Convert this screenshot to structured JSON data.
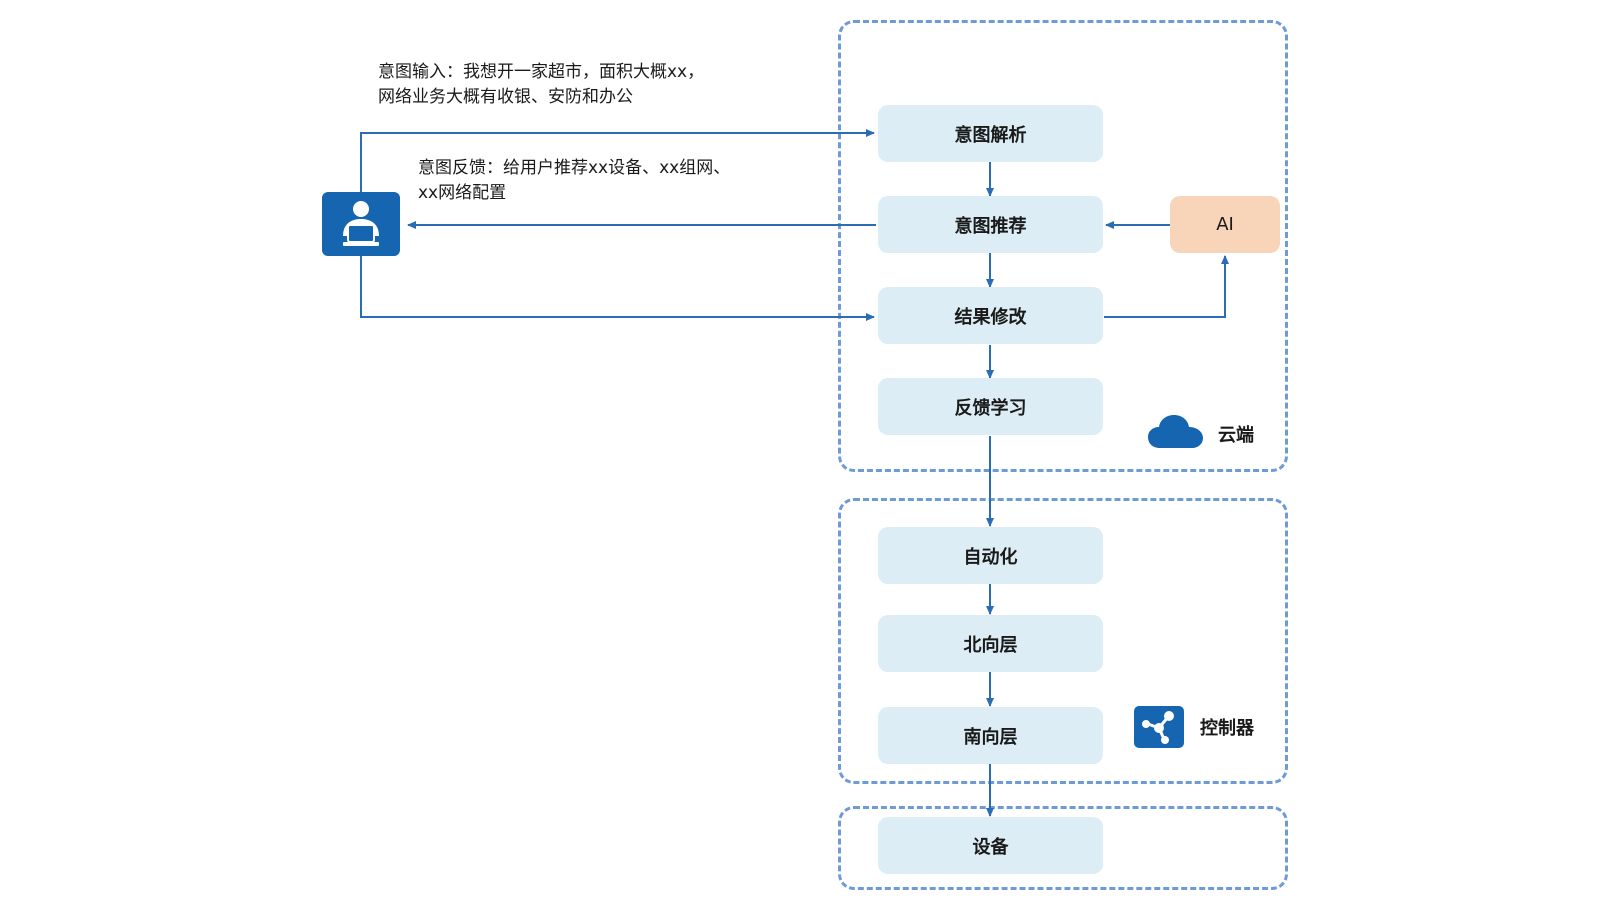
{
  "notes": {
    "intent_input_line1": "意图输入：我想开一家超市，面积大概xx，",
    "intent_input_line2": "网络业务大概有收银、安防和办公",
    "intent_feedback_line1": "意图反馈：给用户推荐xx设备、xx组网、",
    "intent_feedback_line2": "xx网络配置"
  },
  "nodes": {
    "intent_parse": "意图解析",
    "intent_recommend": "意图推荐",
    "result_modify": "结果修改",
    "feedback_learning": "反馈学习",
    "ai": "AI",
    "automation": "自动化",
    "northbound": "北向层",
    "southbound": "南向层",
    "device": "设备"
  },
  "zones": {
    "cloud": "云端",
    "controller": "控制器"
  },
  "icons": {
    "user": "user-at-laptop-icon",
    "cloud": "cloud-icon",
    "controller": "controller-network-icon"
  },
  "colors": {
    "line": "#2a6db5",
    "zone_border": "#6e9bd8",
    "node_fill": "#dcedf5",
    "ai_fill": "#f8d4b8",
    "icon_blue": "#1565b0"
  }
}
